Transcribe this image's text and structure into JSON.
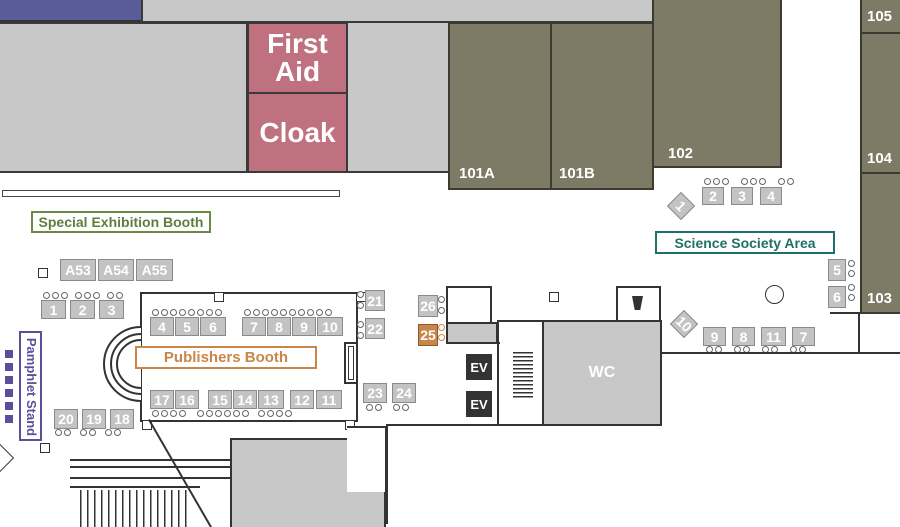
{
  "rooms": {
    "first_aid": "First Aid",
    "cloak": "Cloak",
    "r101a": "101A",
    "r101b": "101B",
    "r102": "102",
    "r103": "103",
    "r104": "104",
    "r105": "105",
    "wc": "WC",
    "ev1": "EV",
    "ev2": "EV"
  },
  "areas": {
    "special_exhibition": "Special Exhibition Booth",
    "science_society": "Science Society Area",
    "publishers": "Publishers Booth",
    "pamphlet_stand": "Pamphlet Stand"
  },
  "booths": {
    "a53": "A53",
    "a54": "A54",
    "a55": "A55",
    "b1": "1",
    "b2": "2",
    "b3": "3",
    "b4": "4",
    "b5": "5",
    "b6": "6",
    "b7": "7",
    "b8": "8",
    "b9": "9",
    "b10": "10",
    "b11": "11",
    "b12": "12",
    "b13": "13",
    "b14": "14",
    "b15": "15",
    "b16": "16",
    "b17": "17",
    "b18": "18",
    "b19": "19",
    "b20": "20",
    "b21": "21",
    "b22": "22",
    "b23": "23",
    "b24": "24",
    "b25": "25",
    "b26": "26",
    "s1": "1",
    "s2": "2",
    "s3": "3",
    "s4": "4",
    "s5": "5",
    "s6": "6",
    "s7": "7",
    "s8": "8",
    "s9": "9",
    "s10": "10",
    "s11": "11"
  },
  "colors": {
    "olive_room": "#7d7a65",
    "gray_room": "#c8c8c8",
    "first_aid_pink": "#c0717f",
    "booth_gray": "#c3c3c3",
    "booth_highlight": "#c8864b",
    "special_exhibition_green": "#5f7d3c",
    "science_society_teal": "#1f6f6a",
    "publishers_orange": "#c8864b",
    "pamphlet_purple": "#5a4f9a"
  },
  "icons": [
    "cup-icon",
    "table-circle-icon",
    "info-square-icon"
  ]
}
